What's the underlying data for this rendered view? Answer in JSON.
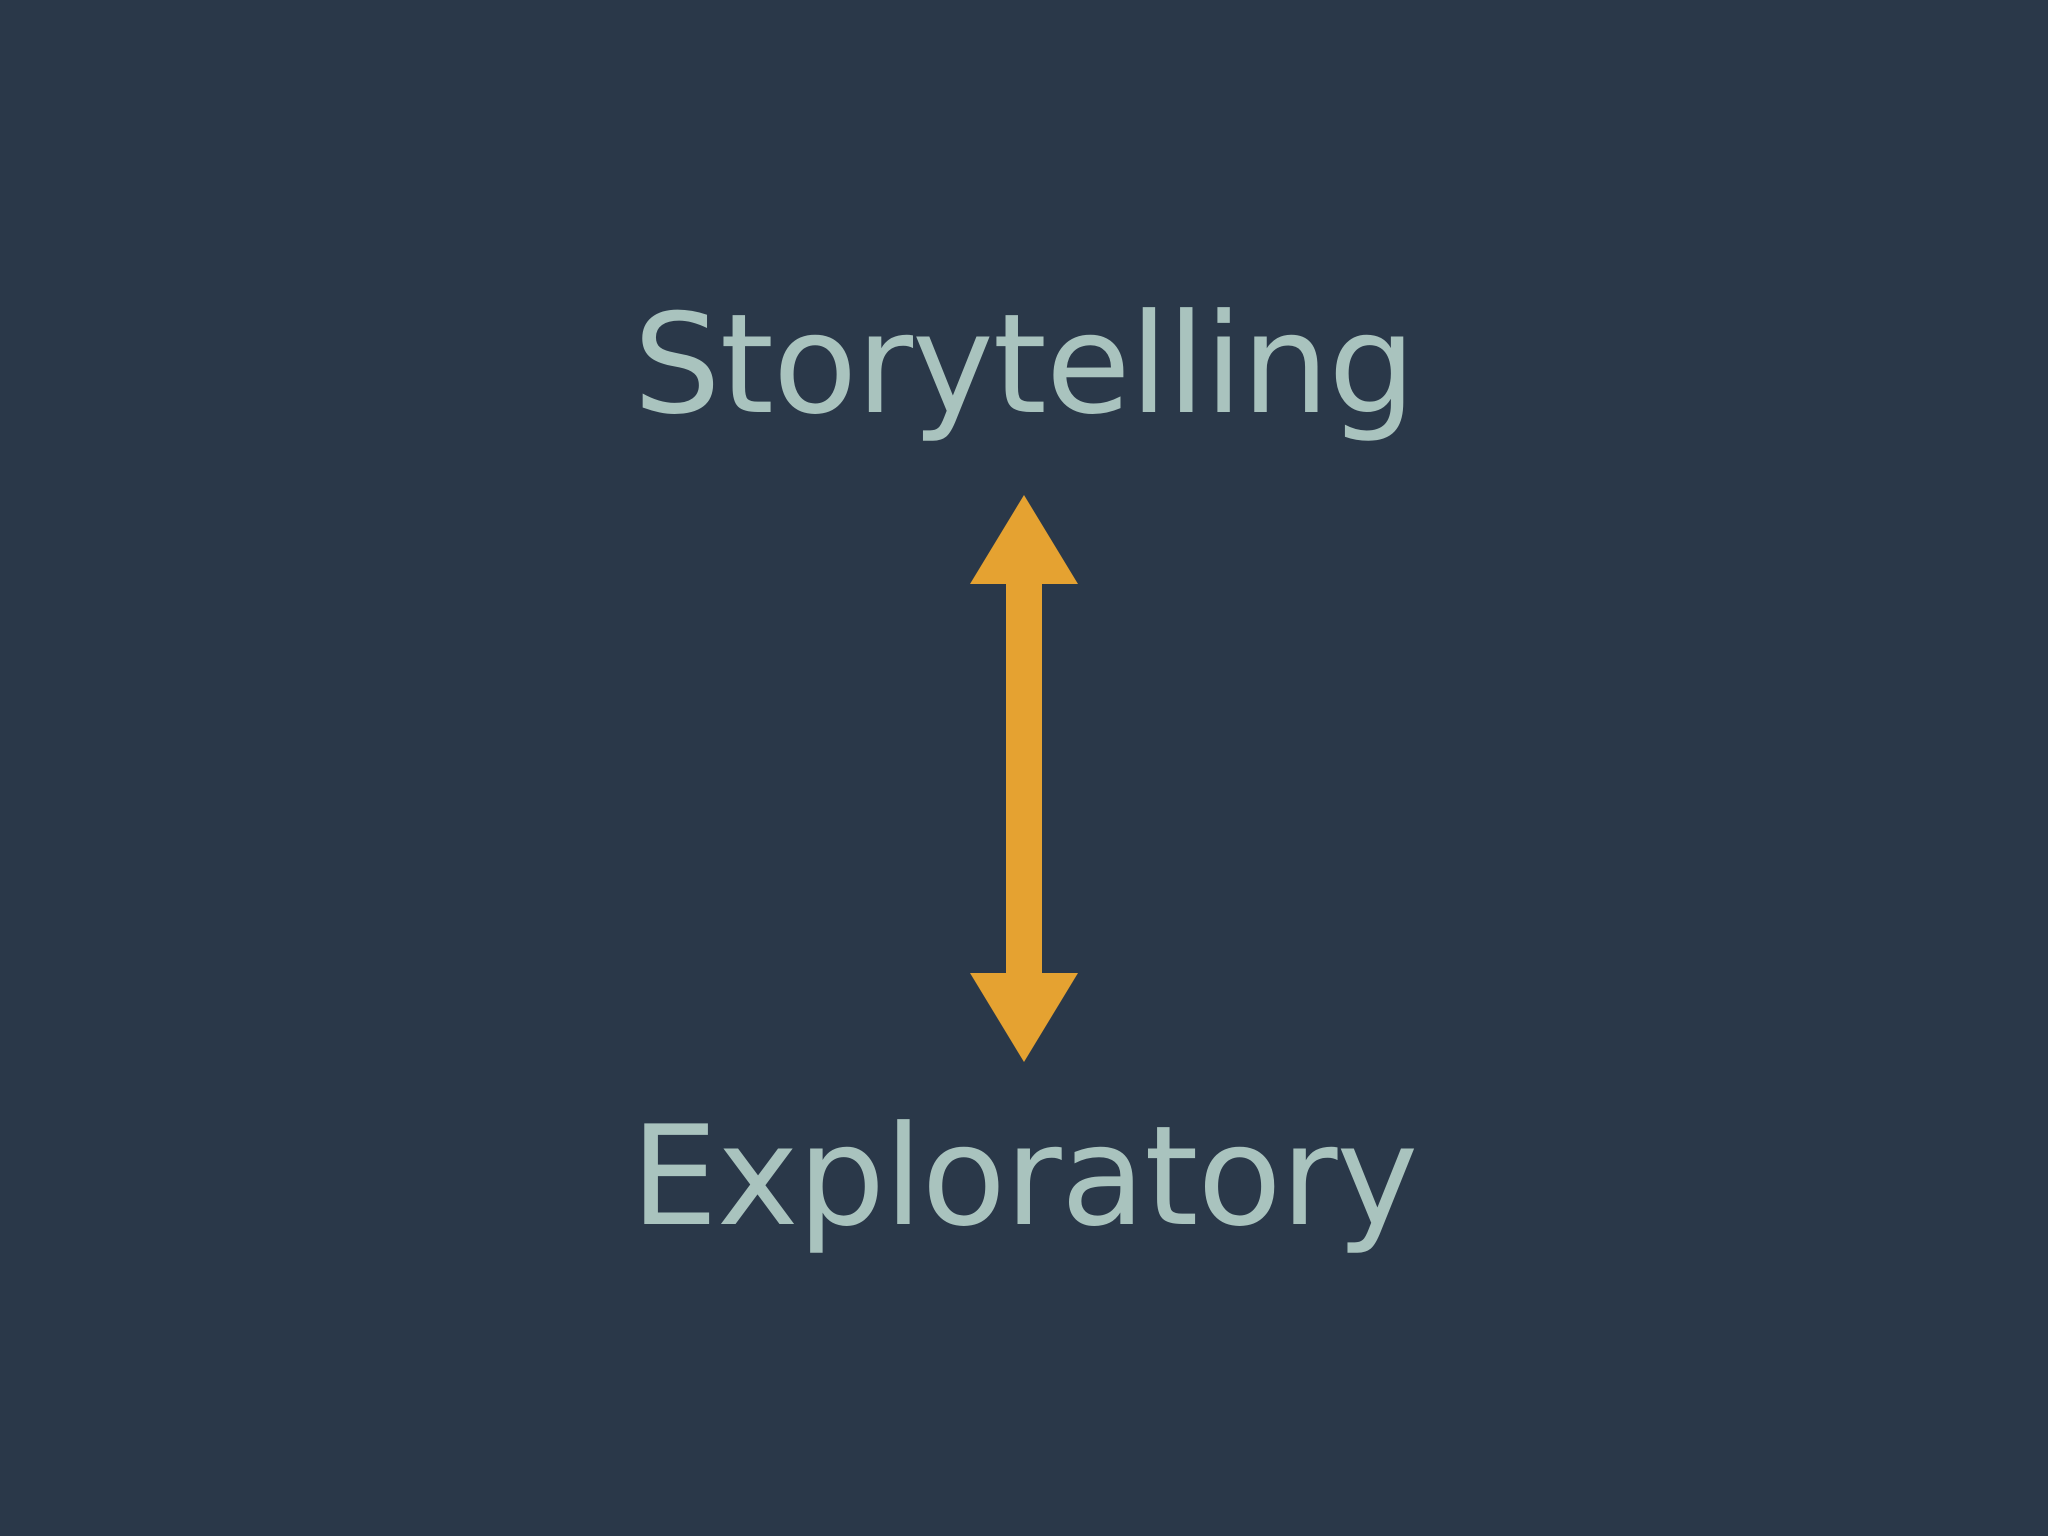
{
  "slide": {
    "top_label": "Storytelling",
    "bottom_label": "Exploratory"
  },
  "colors": {
    "background": "#2a3849",
    "text": "#a9c3be",
    "arrow": "#e5a231"
  },
  "arrow": {
    "direction": "bidirectional-vertical",
    "icon": "double-headed-arrow-icon"
  }
}
